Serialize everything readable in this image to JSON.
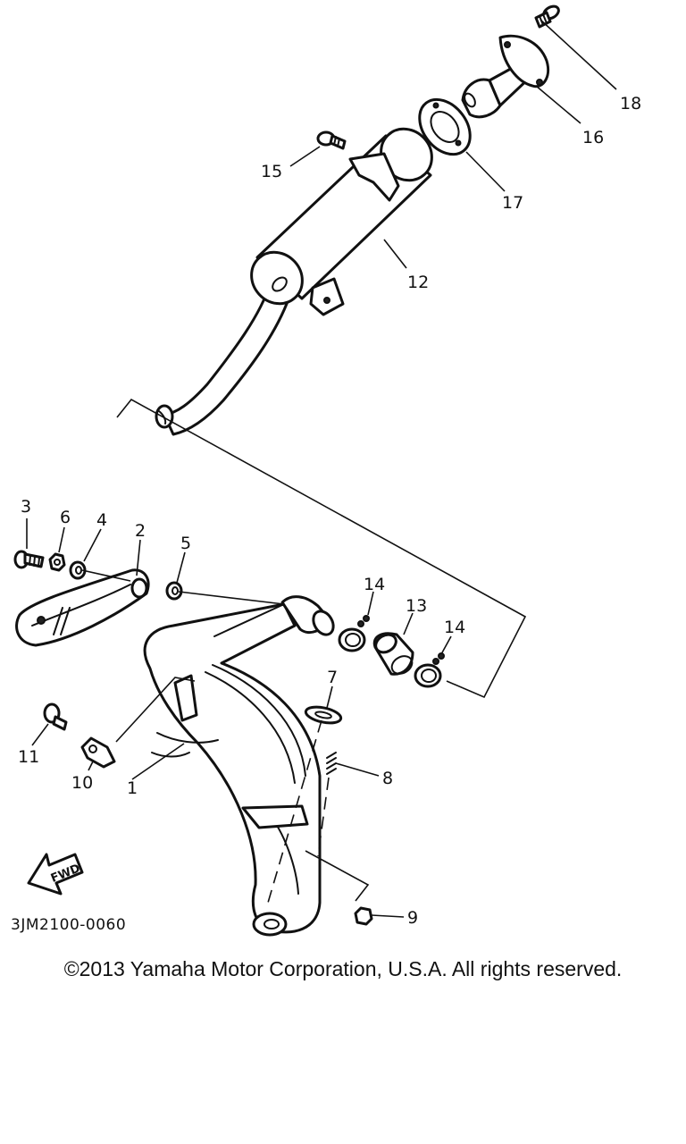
{
  "diagram": {
    "callouts": [
      "1",
      "2",
      "3",
      "4",
      "5",
      "6",
      "7",
      "8",
      "9",
      "10",
      "11",
      "12",
      "13",
      "14",
      "14",
      "15",
      "16",
      "17",
      "18"
    ],
    "drawing_code": "3JM2100-0060",
    "fwd_label": "FWD"
  },
  "footer": {
    "copyright": "©2013 Yamaha Motor Corporation, U.S.A. All rights reserved."
  }
}
